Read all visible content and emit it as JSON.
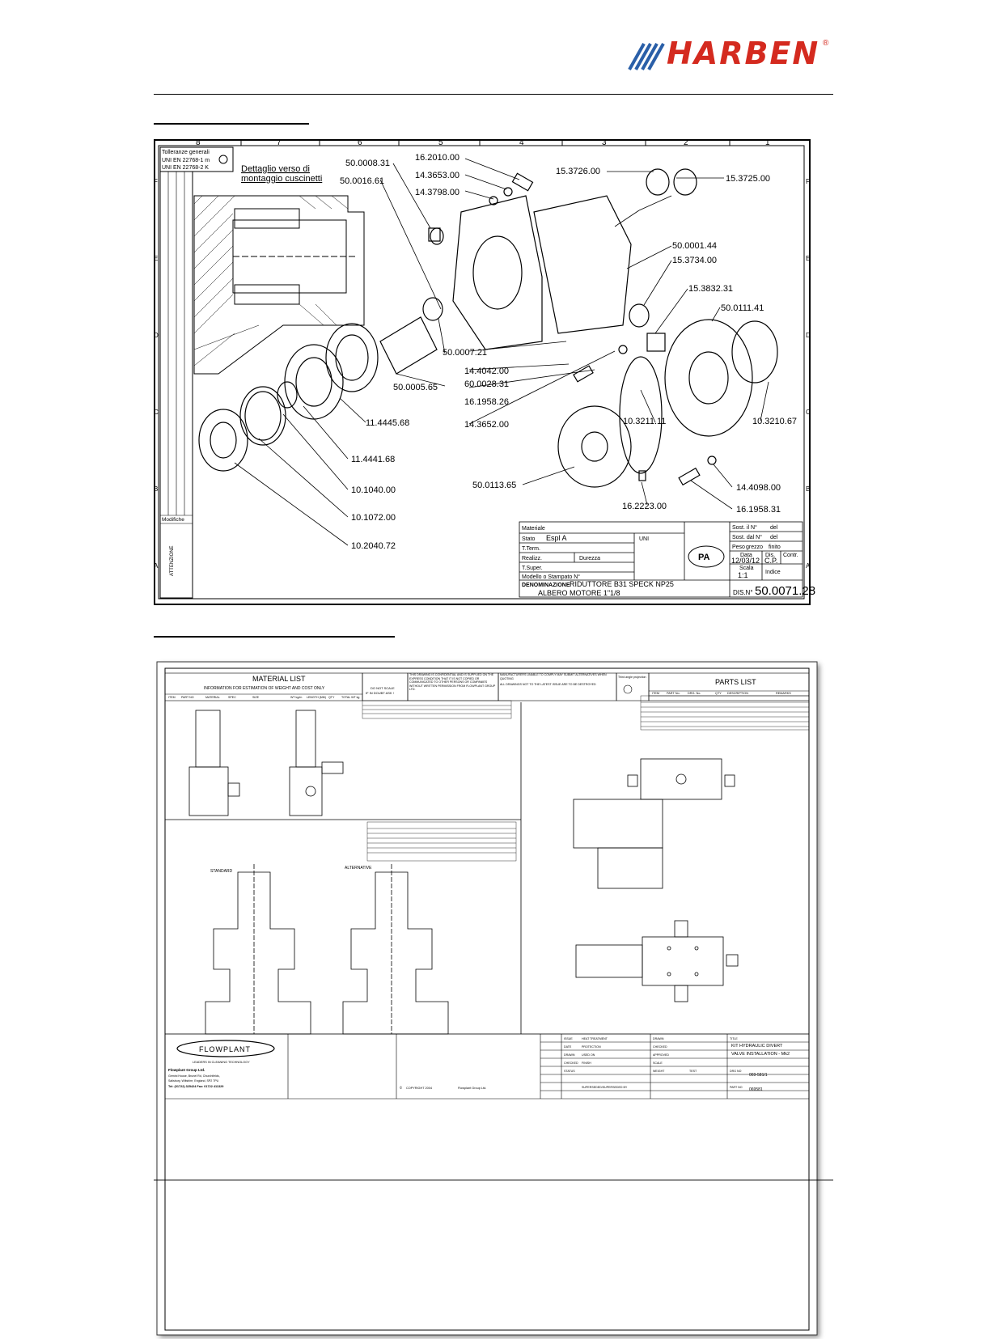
{
  "brand": {
    "name": "HARBEN",
    "reg": "®",
    "color": "#d42a1f"
  },
  "drawing1": {
    "tolerance_title": "Tolleranze generali",
    "tolerance_1": "UNI EN 22768-1 m",
    "tolerance_2": "UNI EN 22768-2 K",
    "detail_title_1": "Dettaglio verso di",
    "detail_title_2": "montaggio cuscinetti",
    "zone_cols": [
      "8",
      "7",
      "6",
      "5",
      "4",
      "3",
      "2",
      "1"
    ],
    "zone_rows": [
      "F",
      "E",
      "D",
      "C",
      "B",
      "A"
    ],
    "parts": {
      "p1": "50.0008.31",
      "p2": "50.0016.61",
      "p3": "16.2010.00",
      "p4": "14.3653.00",
      "p5": "14.3798.00",
      "p6": "15.3726.00",
      "p7": "15.3725.00",
      "p8": "50.0001.44",
      "p9": "15.3734.00",
      "p10": "15.3832.31",
      "p11": "50.0111.41",
      "p12": "50.0007.21",
      "p13": "14.4042.00",
      "p14": "60.0028.31",
      "p15": "50.0005.65",
      "p16": "16.1958.26",
      "p17": "14.3652.00",
      "p18": "10.3211.11",
      "p19": "10.3210.67",
      "p20": "11.4445.68",
      "p21": "11.4441.68",
      "p22": "10.1040.00",
      "p23": "10.1072.00",
      "p24": "10.2040.72",
      "p25": "50.0113.65",
      "p26": "16.2223.00",
      "p27": "14.4098.00",
      "p28": "16.1958.31"
    },
    "modifiche": "Modifiche",
    "attenzione": "ATTENZIONE",
    "tb": {
      "materiale": "Materiale",
      "stato": "Stato",
      "stato_val": "Espl A",
      "tterm": "T.Term.",
      "realizz": "Realizz.",
      "durezza": "Durezza",
      "tsuper": "T.Super.",
      "modello": "Modello o Stampato N°",
      "uni": "UNI",
      "logo": "PA",
      "sost1": "Sost. il N°",
      "sost2": "Sost. dal N°",
      "del1": "del",
      "del2": "del",
      "peso": "Peso",
      "grezzo": "grezzo",
      "finito": "finito",
      "data_label": "Data",
      "data_val": "12/03/12",
      "dis_label": "Dis.",
      "dis_val": "C.P.",
      "contr": "Contr.",
      "scala_label": "Scala",
      "scala_val": "1:1",
      "indice": "Indice",
      "denominazione": "DENOMINAZIONE",
      "title1": "RIDUTTORE B31 SPECK NP25",
      "title2": "ALBERO MOTORE 1\"1/8",
      "dis_no_label": "DIS.N°",
      "dis_no": "50.0071.28"
    }
  },
  "drawing2": {
    "material_list": "MATERIAL LIST",
    "material_sub": "INFORMATION FOR ESTIMATION OF WEIGHT AND COST ONLY",
    "ml_cols": [
      "ITEM",
      "PART NO",
      "MATERIAL",
      "SPEC",
      "SIZE",
      "WT kg/m",
      "LENGTH (MM)",
      "QTY",
      "TOTAL WT kg"
    ],
    "do_not_scale": "DO NOT SCALE",
    "in_doubt": "IF IN DOUBT ASK !",
    "confidential": "THIS DRAWING IS CONFIDENTIAL AND IS SUPPLIED ON THE EXPRESS CONDITION THAT IT IS NOT COPIED OR COMMUNICATED TO OTHER PERSONS OR COMPANIES WITHOUT WRITTEN PERMISSION FROM FLOWPLANT GROUP LTD.",
    "manufacturers": "MANUFACTURERS UNABLE TO COMPLY MAY SUBMIT ALTERNATIVES WHEN QUOTING",
    "all_drawings": "ALL DRAWINGS NOT TO THE LATEST ISSUE ARE TO BE DESTROYED",
    "third_angle": "Third angle projection",
    "parts_list": "PARTS LIST",
    "pl_cols": [
      "ITEM",
      "PART No.",
      "DRG. No.",
      "QTY",
      "DESCRIPTION",
      "REMARKS"
    ],
    "standard": "STANDARD",
    "alternative": "ALTERNATIVE",
    "flowplant": "FLOWPLANT",
    "tagline": "LEADERS IN CLEANING TECHNOLOGY",
    "company": "Flowplant Group Ltd.",
    "address1": "Gemini House, Brunel Rd, Churchfields,",
    "address2": "Salisbury, Wiltshire, England, SP2 7PU",
    "tel": "Tel: (01722) 325424 Fax: 01722 411329",
    "copyright": "COPYRIGHT 2004",
    "copyright_owner": "Flowplant Group Ltd.",
    "heat_treatment": "HEAT TREATMENT",
    "protection": "PROTECTION",
    "finish": "FINISH",
    "status": "STATUS",
    "issue": "ISSUE",
    "date": "DATE",
    "drawn": "DRAWN",
    "checked": "CHECKED",
    "used_on": "USED ON",
    "approved": "APPROVED",
    "scale": "SCALE",
    "weight": "WEIGHT",
    "test": "TEST",
    "title_label": "TITLE",
    "title1": "KIT HYDRAULIC DIVERT",
    "title2": "VALVE INSTALLATION - Mk2",
    "drg_no": "DRG NO",
    "drg_val": "069-581/1",
    "part_no": "PART NO",
    "part_val": "069581",
    "superseded": "SUPERSEDED/SUPERSEDED BY",
    "copyright_symbol": "©"
  }
}
